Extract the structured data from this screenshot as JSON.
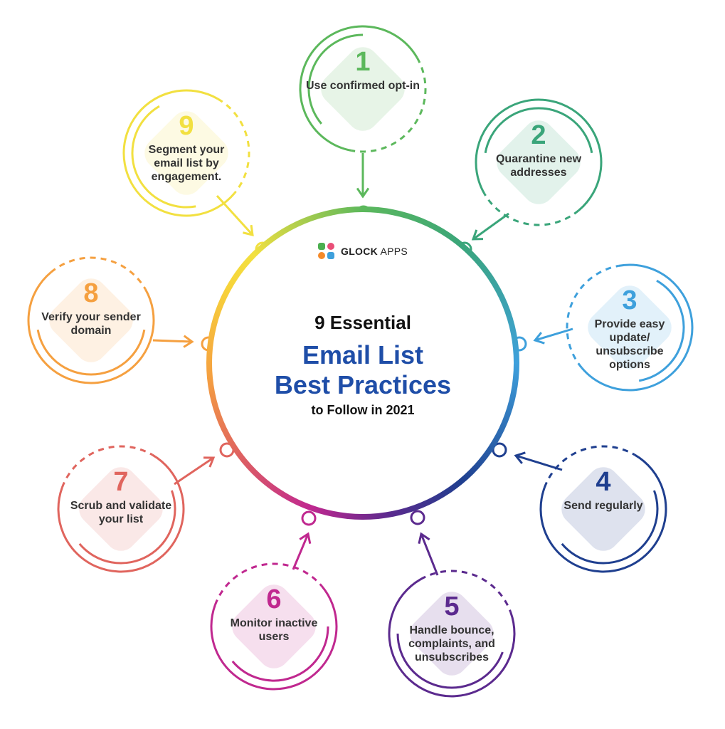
{
  "logo": {
    "bold": "GLOCK",
    "light": "APPS"
  },
  "title": {
    "line1": "9 Essential",
    "line2a": "Email List",
    "line2b": "Best Practices",
    "line3": "to Follow in 2021"
  },
  "steps": [
    {
      "number": "1",
      "label": "Use confirmed opt-in",
      "color": "#5cb85c"
    },
    {
      "number": "2",
      "label": "Quarantine new addresses",
      "color": "#3aa57a"
    },
    {
      "number": "3",
      "label": "Provide easy update/ unsubscribe options",
      "color": "#3ea0dc"
    },
    {
      "number": "4",
      "label": "Send regularly",
      "color": "#1f3f8f"
    },
    {
      "number": "5",
      "label": "Handle bounce, complaints, and unsubscribes",
      "color": "#5b2a8e"
    },
    {
      "number": "6",
      "label": "Monitor inactive users",
      "color": "#c0288f"
    },
    {
      "number": "7",
      "label": "Scrub and validate your list",
      "color": "#e0655e"
    },
    {
      "number": "8",
      "label": "Verify your sender domain",
      "color": "#f5a040"
    },
    {
      "number": "9",
      "label": "Segment your email list by engagement.",
      "color": "#f2e040"
    }
  ]
}
